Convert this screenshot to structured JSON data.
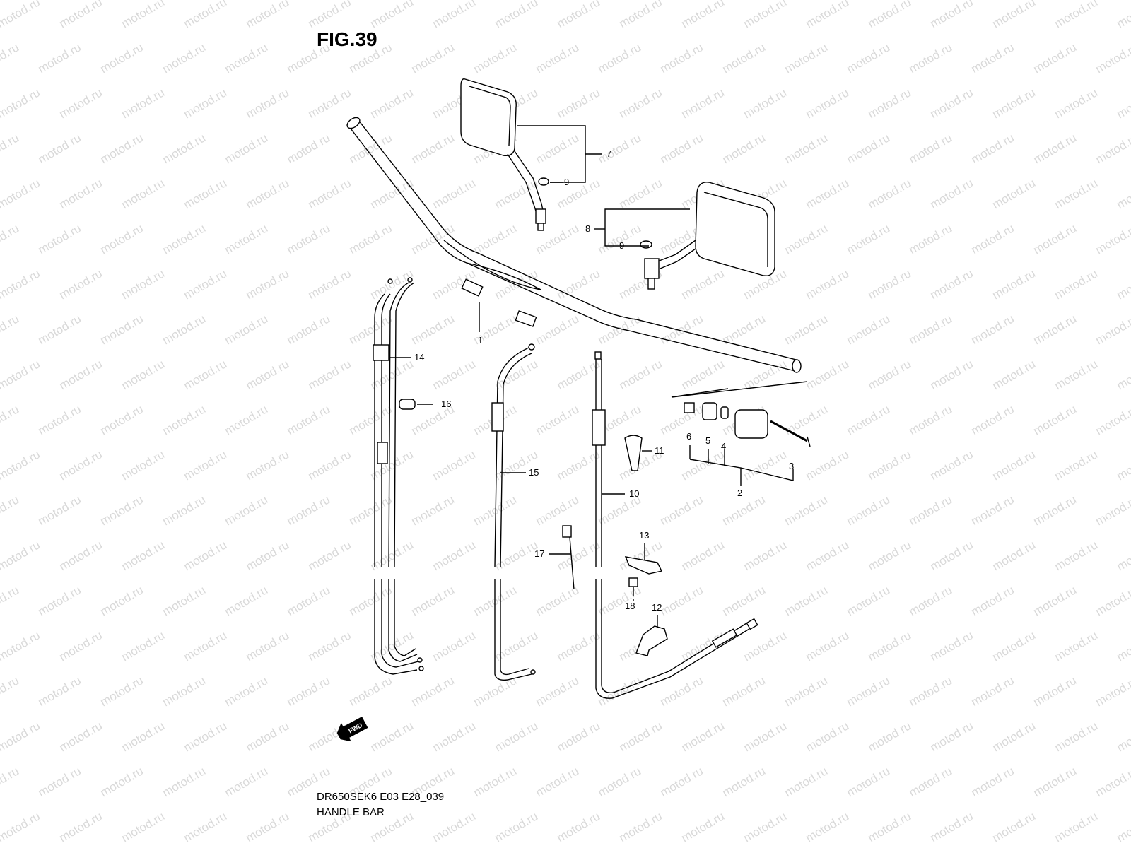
{
  "figure": {
    "title": "FIG.39",
    "code": "DR650SEK6 E03 E28_039",
    "caption": "HANDLE BAR"
  },
  "watermark": "motod.ru",
  "fwd_label": "FWD",
  "labels": {
    "p1": "1",
    "p2": "2",
    "p3": "3",
    "p4": "4",
    "p5": "5",
    "p6": "6",
    "p7": "7",
    "p8": "8",
    "p9a": "9",
    "p9b": "9",
    "p10": "10",
    "p11": "11",
    "p12": "12",
    "p13": "13",
    "p14": "14",
    "p15": "15",
    "p16": "16",
    "p17": "17",
    "p18": "18"
  }
}
